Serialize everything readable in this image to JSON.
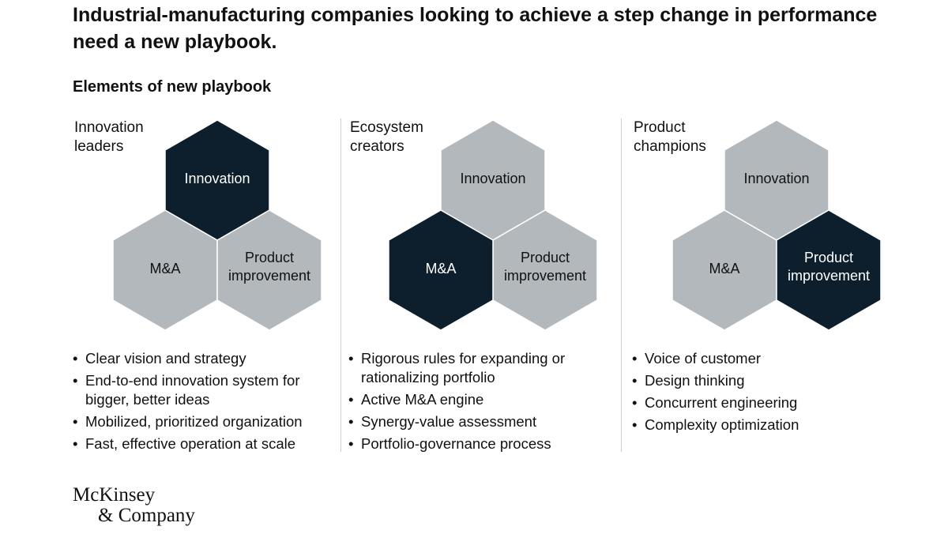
{
  "title": "Industrial-manufacturing companies looking to achieve a step change in performance need a new playbook.",
  "subtitle": "Elements of new playbook",
  "colors": {
    "dark_hex": "#0d1f2d",
    "light_hex": "#b3b8bc",
    "dark_text": "#ffffff",
    "light_text": "#111111"
  },
  "columns": [
    {
      "label_line1": "Innovation",
      "label_line2": "leaders",
      "highlighted": "innovation",
      "hexes": {
        "innovation": "Innovation",
        "ma": "M&A",
        "product_line1": "Product",
        "product_line2": "improvement"
      },
      "bullets": [
        "Clear vision and strategy",
        "End-to-end innovation system for bigger, better ideas",
        "Mobilized, prioritized organization",
        "Fast, effective operation at scale"
      ]
    },
    {
      "label_line1": "Ecosystem",
      "label_line2": "creators",
      "highlighted": "ma",
      "hexes": {
        "innovation": "Innovation",
        "ma": "M&A",
        "product_line1": "Product",
        "product_line2": "improvement"
      },
      "bullets": [
        "Rigorous rules for expanding or rationalizing portfolio",
        "Active M&A engine",
        "Synergy-value assessment",
        "Portfolio-governance process"
      ]
    },
    {
      "label_line1": "Product",
      "label_line2": "champions",
      "highlighted": "product",
      "hexes": {
        "innovation": "Innovation",
        "ma": "M&A",
        "product_line1": "Product",
        "product_line2": "improvement"
      },
      "bullets": [
        "Voice of customer",
        "Design thinking",
        "Concurrent engineering",
        "Complexity optimization"
      ]
    }
  ],
  "logo": {
    "line1": "McKinsey",
    "line2": "& Company"
  }
}
